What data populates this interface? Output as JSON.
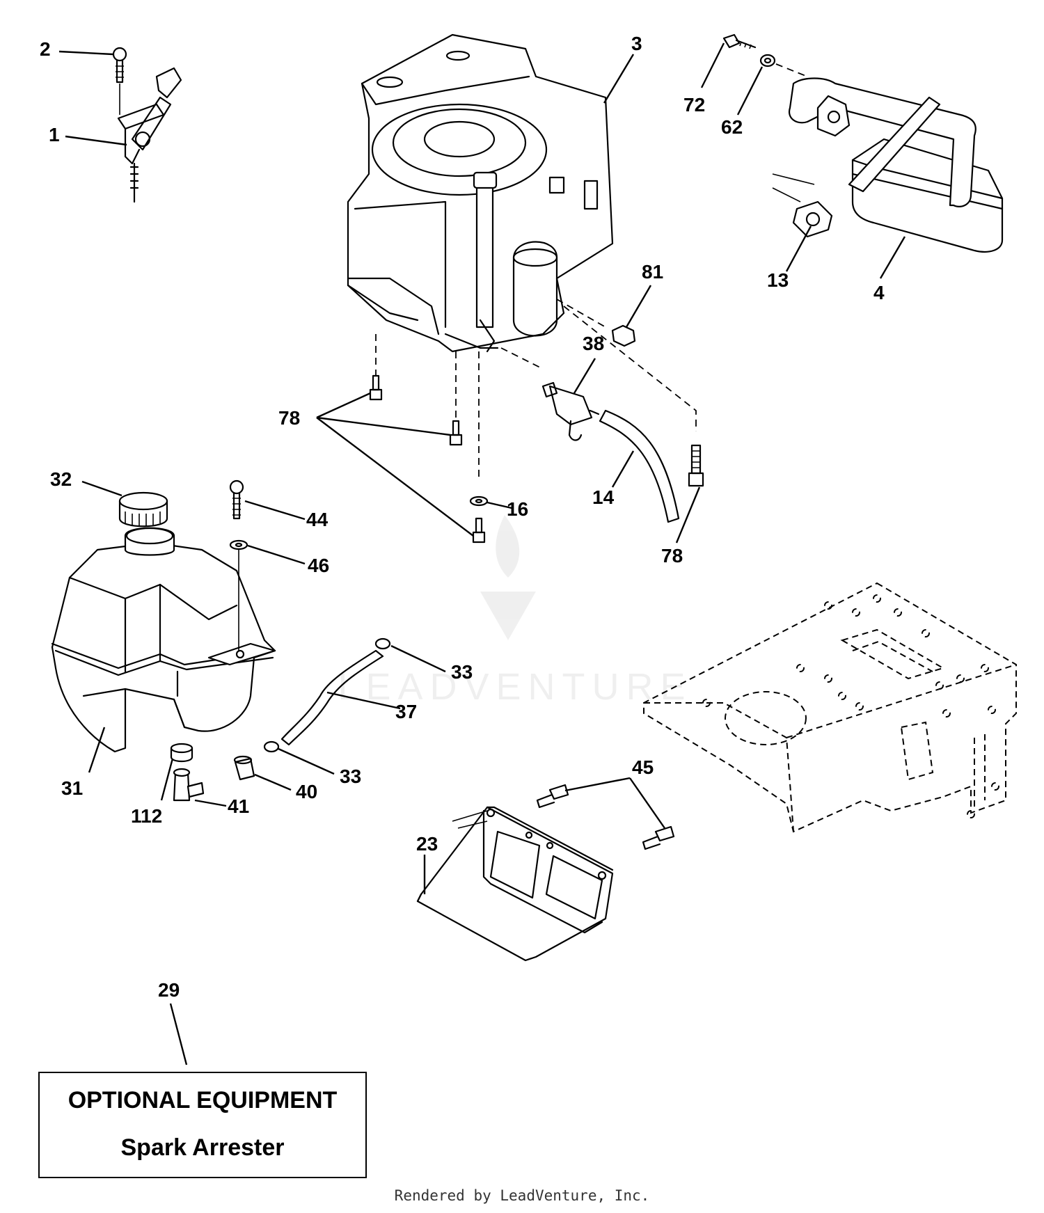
{
  "callouts": {
    "c2": "2",
    "c1": "1",
    "c3": "3",
    "c72": "72",
    "c62": "62",
    "c13": "13",
    "c4": "4",
    "c81": "81",
    "c38": "38",
    "c78a": "78",
    "c78b": "78",
    "c14": "14",
    "c16": "16",
    "c32": "32",
    "c44": "44",
    "c46": "46",
    "c33a": "33",
    "c37": "37",
    "c33b": "33",
    "c40": "40",
    "c41": "41",
    "c31": "31",
    "c112": "112",
    "c45": "45",
    "c23": "23",
    "c29": "29"
  },
  "optional_box": {
    "line1": "OPTIONAL EQUIPMENT",
    "line2": "Spark Arrester"
  },
  "watermark": "LEADVENTURE",
  "footer": "Rendered by LeadVenture, Inc."
}
